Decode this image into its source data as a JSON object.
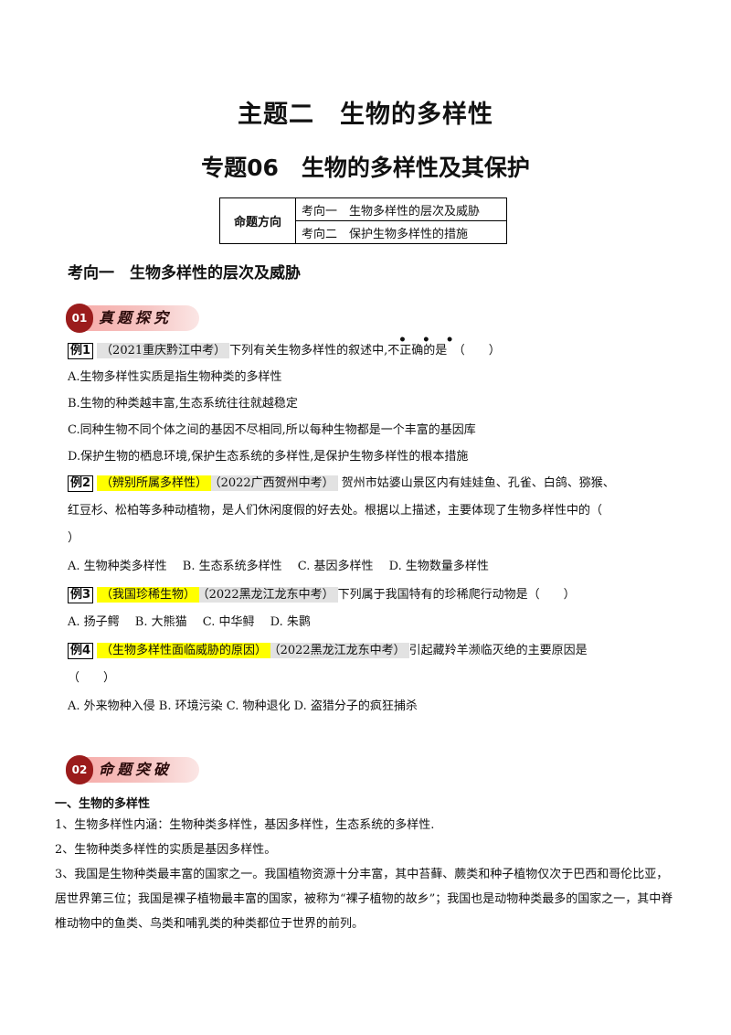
{
  "title": "主题二　生物的多样性",
  "subtitle": "专题06　生物的多样性及其保护",
  "direction_table": {
    "label": "命题方向",
    "items": [
      "考向一　生物多样性的层次及威胁",
      "考向二　保护生物多样性的措施"
    ]
  },
  "section1_title": "考向一　生物多样性的层次及威胁",
  "banner1": {
    "num": "01",
    "text": "真题探究"
  },
  "emphasis_dots": "• • •",
  "examples": [
    {
      "label": "例1",
      "source": "（2021重庆黔江中考）",
      "text": "下列有关生物多样性的叙述中,不正确的是　（　　）",
      "options": [
        "A.生物多样性实质是指生物种类的多样性",
        "B.生物的种类越丰富,生态系统往往就越稳定",
        "C.同种生物不同个体之间的基因不尽相同,所以每种生物都是一个丰富的基因库",
        "D.保护生物的栖息环境,保护生态系统的多样性,是保护生物多样性的根本措施"
      ]
    },
    {
      "label": "例2",
      "tag": "（辨别所属多样性）",
      "source": "（2022广西贺州中考）",
      "text_line1": "贺州市姑婆山景区内有娃娃鱼、孔雀、白鸽、猕猴、",
      "text_line2": "红豆杉、松柏等多种动植物，是人们休闲度假的好去处。根据以上描述，主要体现了生物多样性中的（",
      "text_line3": "）",
      "options": "A. 生物种类多样性　 B. 生态系统多样性　 C. 基因多样性　 D. 生物数量多样性"
    },
    {
      "label": "例3",
      "tag": "（我国珍稀生物）",
      "source": "（2022黑龙江龙东中考）",
      "text": "下列属于我国特有的珍稀爬行动物是（　　）",
      "options": "A. 扬子鳄　 B. 大熊猫　 C. 中华鲟　 D. 朱鹮"
    },
    {
      "label": "例4",
      "tag": "（生物多样性面临威胁的原因）",
      "source": "（2022黑龙江龙东中考）",
      "text": "引起藏羚羊濒临灭绝的主要原因是",
      "text_line2": "（　　）",
      "options": "A. 外来物种入侵 B. 环境污染 C. 物种退化 D. 盗猎分子的疯狂捕杀"
    }
  ],
  "banner2": {
    "num": "02",
    "text": "命题突破"
  },
  "section2_title": "一、生物的多样性",
  "paragraphs": [
    "1、生物多样性内涵：生物种类多样性，基因多样性，生态系统的多样性.",
    "2、生物种类多样性的实质是基因多样性。",
    "3、我国是生物种类最丰富的国家之一。我国植物资源十分丰富，其中苔藓、蕨类和种子植物仅次于巴西和哥伦比亚，居世界第三位；我国是裸子植物最丰富的国家，被称为“裸子植物的故乡”；我国也是动物种类最多的国家之一，其中脊椎动物中的鱼类、鸟类和哺乳类的种类都位于世界的前列。"
  ]
}
